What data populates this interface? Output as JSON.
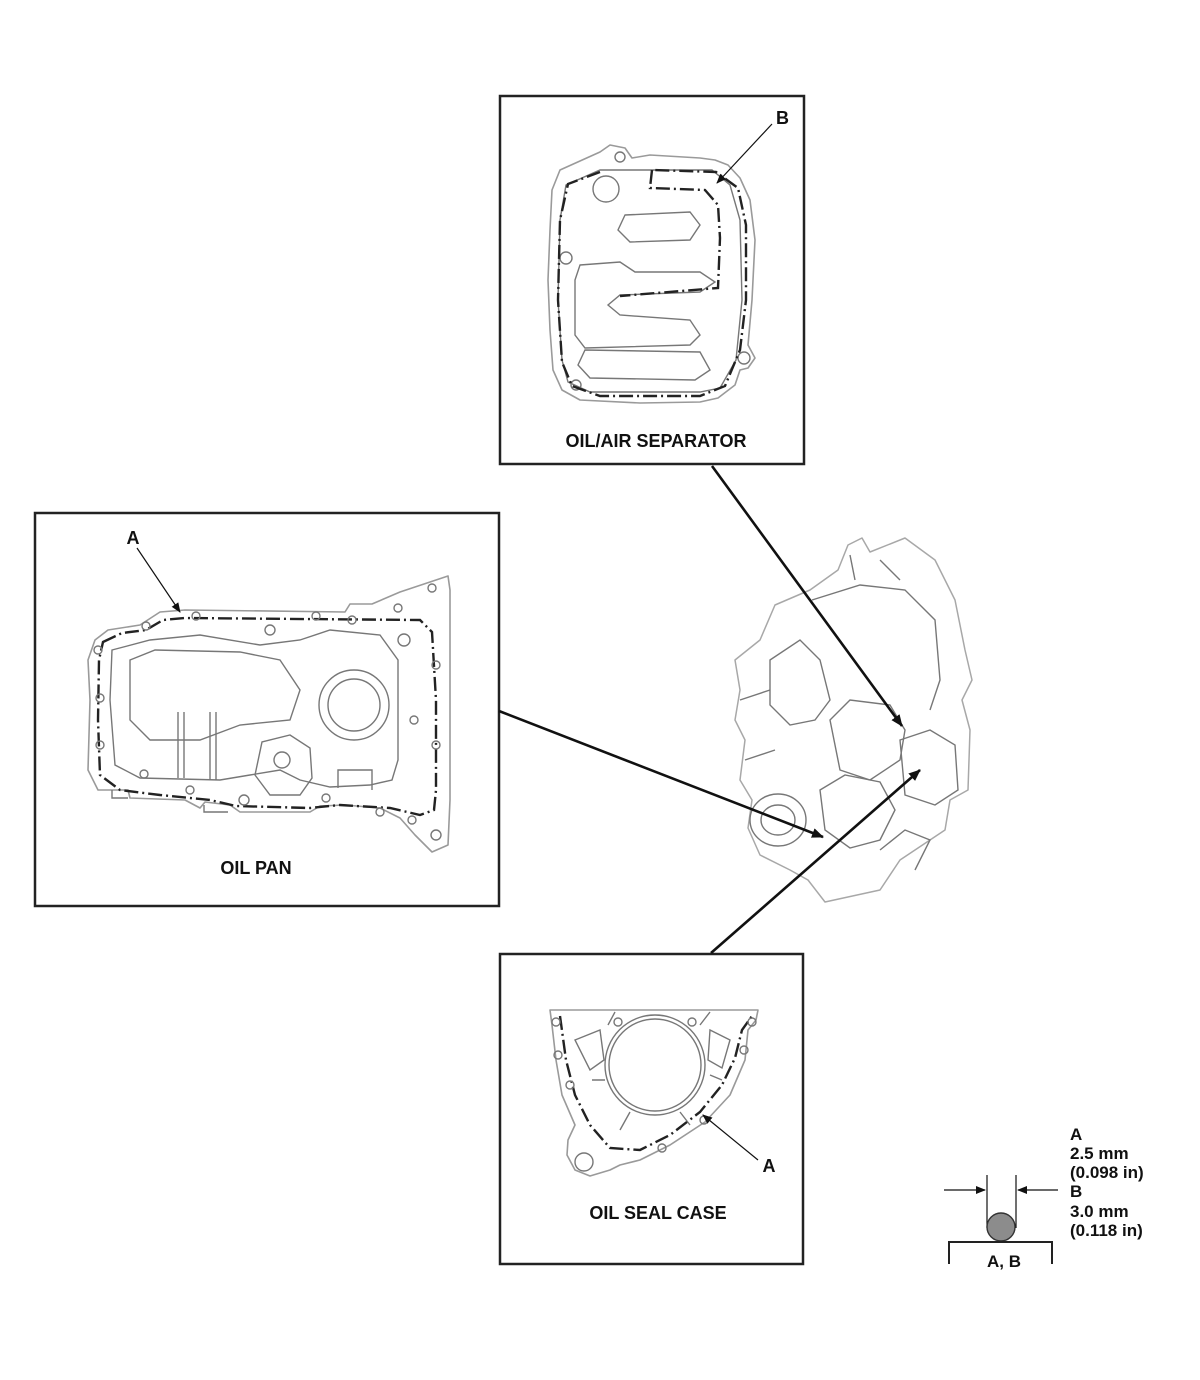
{
  "panels": {
    "oil_air_separator": {
      "title": "OIL/AIR SEPARATOR",
      "callout": "B"
    },
    "oil_pan": {
      "title": "OIL PAN",
      "callout": "A"
    },
    "oil_seal_case": {
      "title": "OIL SEAL CASE",
      "callout": "A"
    }
  },
  "bead_legend": {
    "a_label": "A",
    "a_size_mm": "2.5 mm",
    "a_size_in": "(0.098 in)",
    "b_label": "B",
    "b_size_mm": "3.0 mm",
    "b_size_in": "(0.118 in)",
    "cross_section_label": "A, B"
  },
  "colors": {
    "frame": "#222222",
    "part_outline": "#9a9a9a",
    "sealant_bead": "#222222",
    "bead_fill": "#8c8c8c"
  }
}
